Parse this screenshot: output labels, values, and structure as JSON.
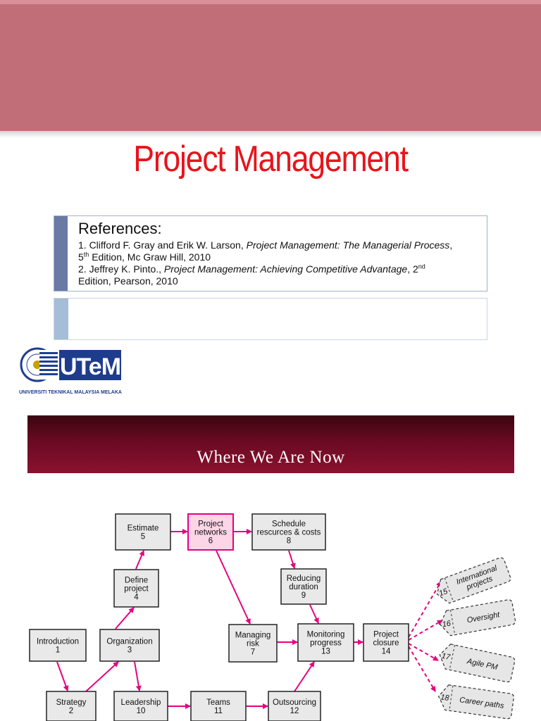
{
  "title": "Project Management",
  "references": {
    "heading": "References:",
    "ref1_prefix": "1. Clifford F. Gray and Erik W. Larson, ",
    "ref1_title": "Project Management: The Managerial Process",
    "ref1_comma": ",",
    "ref1_edition_num": "5",
    "ref1_edition_sup": "th",
    "ref1_rest": " Edition, Mc Graw Hill, 2010",
    "ref2_prefix": "2. Jeffrey K. Pinto., ",
    "ref2_title": "Project Management: Achieving Competitive Advantage",
    "ref2_edition_num": ", 2",
    "ref2_edition_sup": "nd",
    "ref2_rest": "Edition, Pearson, 2010"
  },
  "logo": {
    "name": "UTeM",
    "tagline": "UNIVERSITI TEKNIKAL MALAYSIA MELAKA"
  },
  "banner": {
    "text": "Where We Are Now"
  },
  "diagram": {
    "nodes": [
      {
        "id": "estimate",
        "line1": "Estimate",
        "line2": "",
        "num": "5"
      },
      {
        "id": "project-networks",
        "line1": "Project",
        "line2": "networks",
        "num": "6"
      },
      {
        "id": "schedule",
        "line1": "Schedule",
        "line2": "rescurces & costs",
        "num": "8"
      },
      {
        "id": "define-project",
        "line1": "Define",
        "line2": "project",
        "num": "4"
      },
      {
        "id": "reducing-duration",
        "line1": "Reducing",
        "line2": "duration",
        "num": "9"
      },
      {
        "id": "introduction",
        "line1": "Introduction",
        "line2": "",
        "num": "1"
      },
      {
        "id": "organization",
        "line1": "Organization",
        "line2": "",
        "num": "3"
      },
      {
        "id": "managing-risk",
        "line1": "Managing",
        "line2": "risk",
        "num": "7"
      },
      {
        "id": "monitoring-progress",
        "line1": "Monitoring",
        "line2": "progress",
        "num": "13"
      },
      {
        "id": "project-closure",
        "line1": "Project",
        "line2": "closure",
        "num": "14"
      },
      {
        "id": "strategy",
        "line1": "Strategy",
        "line2": "",
        "num": "2"
      },
      {
        "id": "leadership",
        "line1": "Leadership",
        "line2": "",
        "num": "10"
      },
      {
        "id": "teams",
        "line1": "Teams",
        "line2": "",
        "num": "11"
      },
      {
        "id": "outsourcing",
        "line1": "Outsourcing",
        "line2": "",
        "num": "12"
      }
    ],
    "future_topics": [
      {
        "num": "15",
        "line1": "International",
        "line2": "projects"
      },
      {
        "num": "16",
        "line1": "Oversight",
        "line2": ""
      },
      {
        "num": "17",
        "line1": "Agile PM",
        "line2": ""
      },
      {
        "num": "18",
        "line1": "Career paths",
        "line2": ""
      }
    ],
    "colors": {
      "arrow": "#e6007e",
      "highlight_fill": "#fcd5e6",
      "box_fill": "#e9e9e9",
      "box_border": "#222222"
    }
  }
}
